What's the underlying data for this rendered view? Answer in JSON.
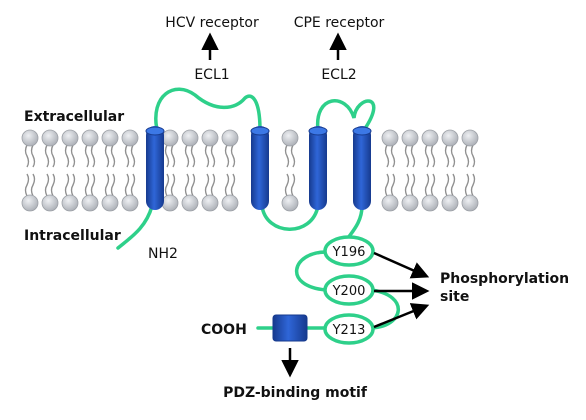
{
  "labels": {
    "hcv_receptor": "HCV receptor",
    "cpe_receptor": "CPE receptor",
    "ecl1": "ECL1",
    "ecl2": "ECL2",
    "extracellular": "Extracellular",
    "intracellular": "Intracellular",
    "nh2": "NH2",
    "cooh": "COOH",
    "phosphorylation_site": [
      "Phosphorylation",
      "site"
    ],
    "pdz_binding_motif": "PDZ-binding motif"
  },
  "residues": [
    "Y196",
    "Y200",
    "Y213"
  ],
  "colors": {
    "chain": "#2ed08a",
    "helix": "#2456c8",
    "helix_dark": "#163a8e",
    "lipid_head": "#c4c7cc",
    "lipid_tail": "#909090",
    "arrow": "#000000"
  }
}
